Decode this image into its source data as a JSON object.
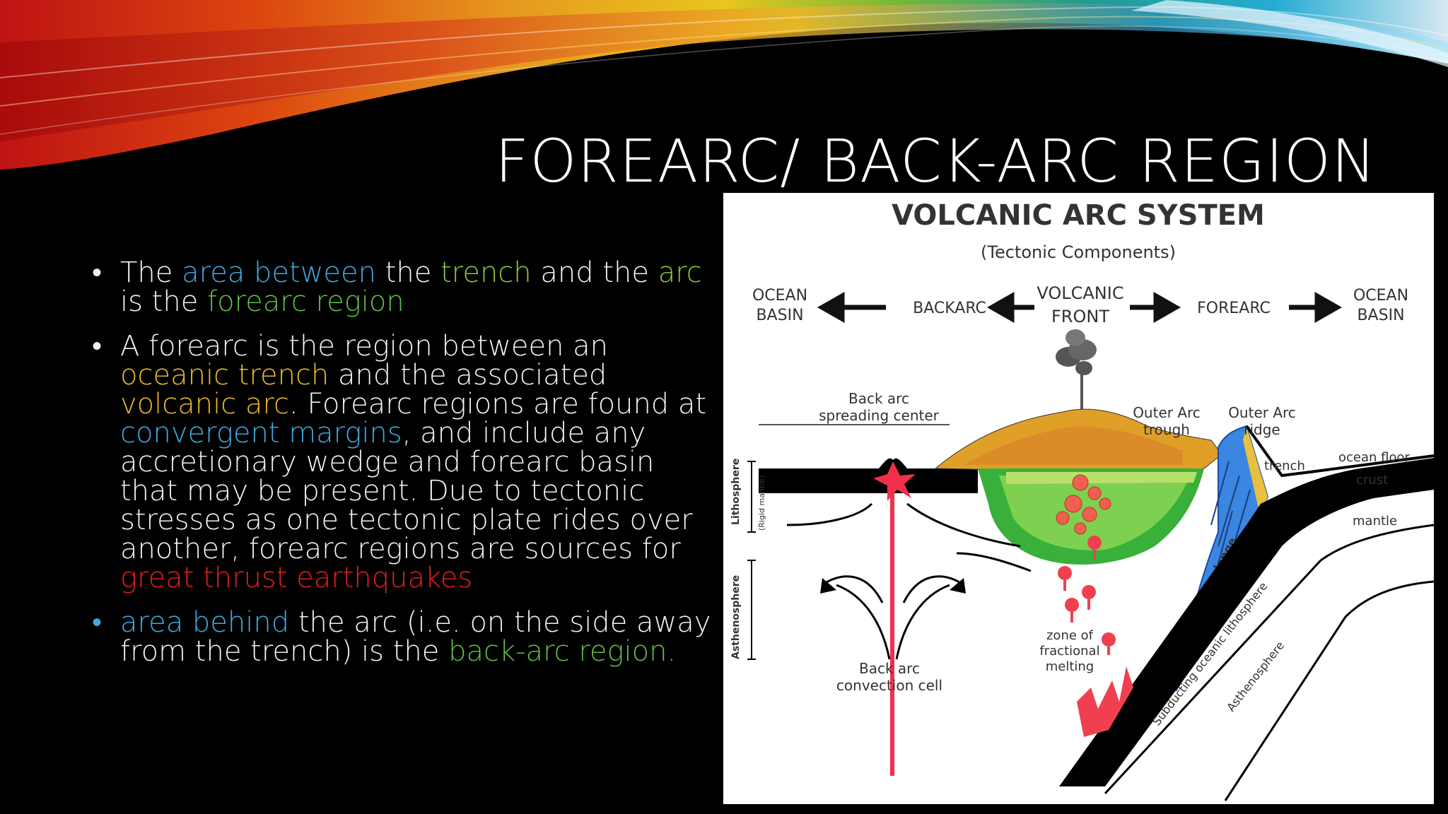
{
  "slide": {
    "title": "FOREARC/ BACK-ARC REGION",
    "bullets": [
      {
        "bullet": "•",
        "runs": [
          {
            "text": "The ",
            "color": "white"
          },
          {
            "text": "area between",
            "color": "blue"
          },
          {
            "text": " the ",
            "color": "white"
          },
          {
            "text": "trench",
            "color": "lgreen"
          },
          {
            "text": " and the ",
            "color": "white"
          },
          {
            "text": "arc",
            "color": "lgreen"
          },
          {
            "text": " is the ",
            "color": "white"
          },
          {
            "text": "forearc region",
            "color": "green"
          }
        ]
      },
      {
        "bullet": "•",
        "runs": [
          {
            "text": "A forearc is the region between an ",
            "color": "white"
          },
          {
            "text": "oceanic trench",
            "color": "yellow"
          },
          {
            "text": " and the associated ",
            "color": "white"
          },
          {
            "text": "volcanic arc",
            "color": "yellow"
          },
          {
            "text": ". Forearc regions are found at ",
            "color": "white"
          },
          {
            "text": "convergent margins",
            "color": "blue"
          },
          {
            "text": ", and include any accretionary wedge and forearc basin that may be present. Due to tectonic stresses as one tectonic plate rides over another, forearc regions are sources for ",
            "color": "white"
          },
          {
            "text": "great thrust earthquakes",
            "color": "red"
          }
        ]
      },
      {
        "bullet": "•",
        "bullet_color": "blue",
        "runs": [
          {
            "text": "area behind",
            "color": "blue"
          },
          {
            "text": " the arc (i.e. on the side away from the trench) is the ",
            "color": "white"
          },
          {
            "text": "back-arc region.",
            "color": "green"
          }
        ]
      }
    ]
  },
  "diagram": {
    "title": "VOLCANIC ARC SYSTEM",
    "subtitle": "(Tectonic Components)",
    "top_labels": {
      "ocean_basin_left": [
        "OCEAN",
        "BASIN"
      ],
      "backarc": "BACKARC",
      "volcanic_front": [
        "VOLCANIC",
        "FRONT"
      ],
      "forearc": "FOREARC",
      "ocean_basin_right": [
        "OCEAN",
        "BASIN"
      ]
    },
    "labels": {
      "back_arc_spreading": [
        "Back arc",
        "spreading center"
      ],
      "outer_arc_trough": [
        "Outer Arc",
        "trough"
      ],
      "outer_arc_ridge": [
        "Outer Arc",
        "ridge"
      ],
      "trench": "trench",
      "ocean_floor": "ocean floor",
      "crust": "crust",
      "mantle": "mantle",
      "melange": "melange",
      "lithosphere": "Lithosphere",
      "lithosphere_sub": "(Rigid mantle)",
      "asthenosphere_left": "Asthenosphere",
      "convection_cell": [
        "Back arc",
        "convection cell"
      ],
      "fractional_melting": [
        "zone of",
        "fractional",
        "melting"
      ],
      "subducting": "Subducting oceanic lithosphere",
      "asthenosphere_right": "Asthenosphere"
    },
    "colors": {
      "ocean_basin": "#f08a2a",
      "backarc": "#f08a2a",
      "forearc": "#ff4fc0",
      "ocean_basin_right": "#ff4fc0"
    }
  }
}
